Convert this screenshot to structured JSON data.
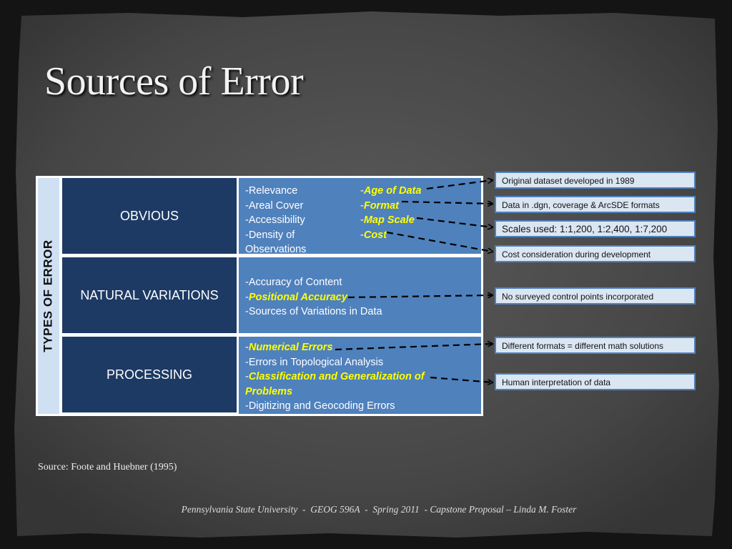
{
  "title": "Sources of Error",
  "side_label": "TYPES OF ERROR",
  "categories": {
    "obvious": {
      "label": "OBVIOUS",
      "col1": [
        "-Relevance",
        "-Areal Cover",
        "-Accessibility",
        "-Density of",
        "Observations"
      ],
      "col2_prefix": "-",
      "col2": [
        "Age of Data",
        "Format",
        "Map Scale",
        "Cost"
      ]
    },
    "natural": {
      "label": "NATURAL VARIATIONS",
      "line1": "-Accuracy of Content",
      "line2_prefix": "-",
      "line2": "Positional Accuracy",
      "line3": "-Sources of Variations in Data"
    },
    "processing": {
      "label": "PROCESSING",
      "line1_prefix": "-",
      "line1": "Numerical Errors",
      "line2": "-Errors in Topological Analysis",
      "line3_prefix": "-",
      "line3a": "Classification and Generalization of",
      "line3b": "Problems",
      "line4": "-Digitizing and Geocoding Errors"
    }
  },
  "notes": [
    "Original dataset developed in 1989",
    "Data in .dgn, coverage & ArcSDE formats",
    "Scales used: 1:1,200, 1:2,400, 1:7,200",
    "Cost consideration during development",
    "No surveyed control points incorporated",
    "Different formats = different math solutions",
    "Human interpretation of data"
  ],
  "source": "Source: Foote and Huebner (1995)",
  "footer": "Pennsylvania State University  -  GEOG 596A  -  Spring 2011  - Capstone Proposal – Linda M. Foster",
  "colors": {
    "category_bg": "#1c3a64",
    "detail_bg": "#4f81bd",
    "highlight": "#ffff00",
    "note_bg": "#dbe6f3",
    "note_border": "#4f81bd"
  }
}
